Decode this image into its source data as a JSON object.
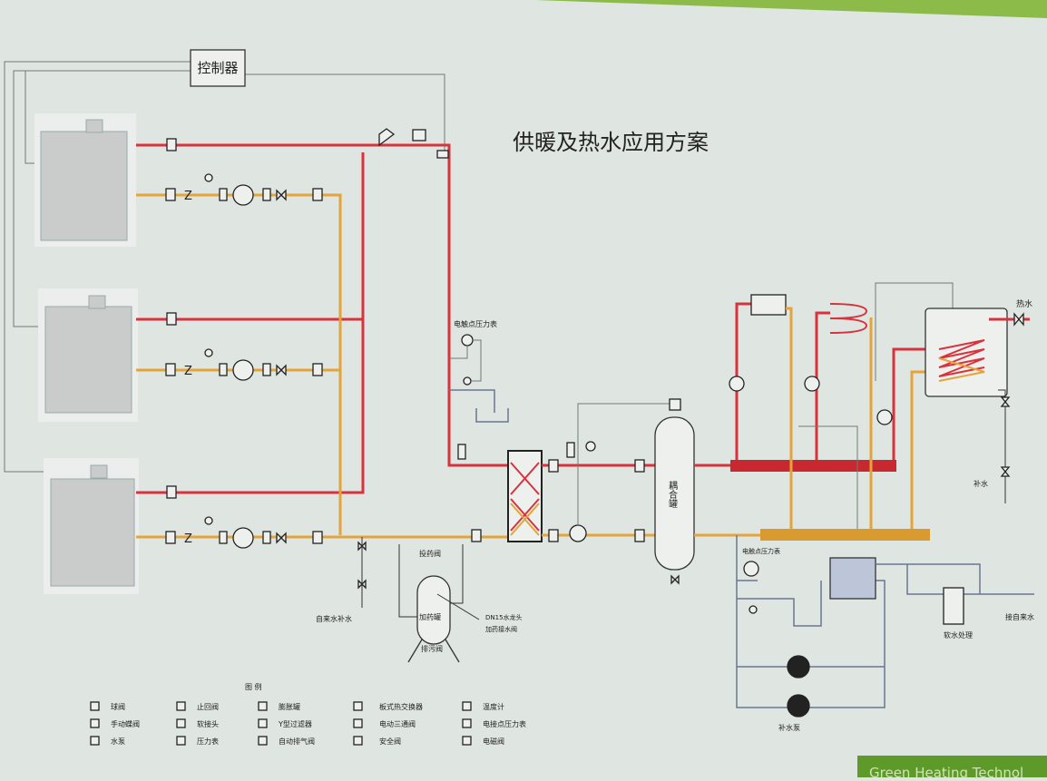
{
  "title": "供暖及热水应用方案",
  "controller_label": "控制器",
  "labels": {
    "pressure_gauge_top": "电触点压力表",
    "pressure_gauge_bottom": "电触点压力表",
    "coupling_tank": "耦合罐",
    "dosing_valve": "投药阀",
    "dosing_tank": "加药罐",
    "drain_valve": "排污阀",
    "tap_note_1": "DN15水龙头",
    "tap_note_2": "加药接水阀",
    "tap_makeup": "自来水补水",
    "hot_water": "热水",
    "makeup_water": "补水",
    "softener": "软水处理",
    "tap_in": "接自来水",
    "makeup_pump": "补水泵"
  },
  "legend": {
    "heading": "图 例",
    "items": [
      {
        "symbol": "ball-valve",
        "label": "球阀"
      },
      {
        "symbol": "manual-balance-valve",
        "label": "手动蝶阀"
      },
      {
        "symbol": "pump",
        "label": "水泵"
      },
      {
        "symbol": "check-valve",
        "label": "止回阀"
      },
      {
        "symbol": "soft-joint",
        "label": "软接头"
      },
      {
        "symbol": "pressure-gauge",
        "label": "压力表"
      },
      {
        "symbol": "expansion-tank",
        "label": "膨胀罐"
      },
      {
        "symbol": "y-strainer",
        "label": "Y型过滤器"
      },
      {
        "symbol": "auto-air-vent",
        "label": "自动排气阀"
      },
      {
        "symbol": "plate-heat-exchanger",
        "label": "板式热交换器"
      },
      {
        "symbol": "motorized-3way-valve",
        "label": "电动三通阀"
      },
      {
        "symbol": "safety-valve",
        "label": "安全阀"
      },
      {
        "symbol": "thermometer",
        "label": "温度计"
      },
      {
        "symbol": "contact-pressure-gauge",
        "label": "电接点压力表"
      },
      {
        "symbol": "solenoid-valve",
        "label": "电磁阀"
      }
    ]
  },
  "footer": "Green Heating Technol",
  "colors": {
    "supply": "#d8323c",
    "return": "#e3a43a",
    "brand_green": "#5e9a2a",
    "background": "#dfe5e1"
  }
}
